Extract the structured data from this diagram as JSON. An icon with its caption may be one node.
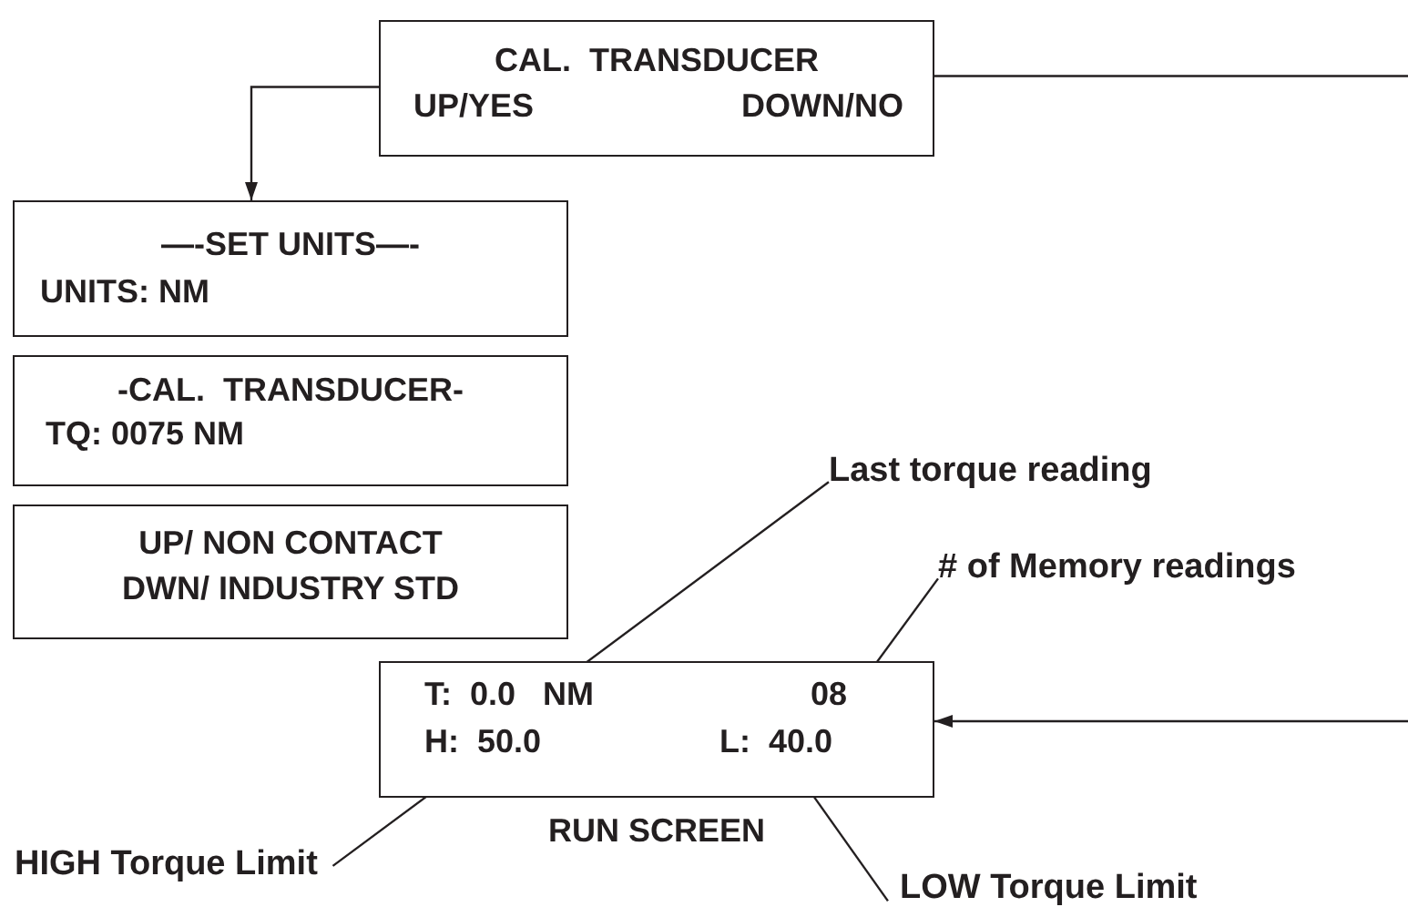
{
  "diagram": {
    "nodes": [
      {
        "text": [
          "CAL.  TRANSDUCER",
          "UP/YES",
          "DOWN/NO"
        ]
      },
      {
        "text": [
          "—-SET UNITS—-",
          "UNITS: NM"
        ]
      },
      {
        "text": [
          "-CAL.  TRANSDUCER-",
          "TQ: 0075 NM"
        ]
      },
      {
        "text": [
          "UP/ NON CONTACT",
          "DWN/ INDUSTRY STD"
        ]
      },
      {
        "text": [],
        "shape": "box",
        "beside": [
          "RUN SCREEN"
        ]
      },
      {
        "text": [
          "T:  0.0   NM"
        ],
        "in": 4
      },
      {
        "text": [
          "08"
        ],
        "in": 4
      },
      {
        "text": [
          "H:  50.0"
        ],
        "in": 4
      },
      {
        "text": [
          "L:  40.0"
        ],
        "in": 4
      },
      {
        "text": [
          "Last torque reading"
        ]
      },
      {
        "text": [
          "# of Memory readings"
        ]
      },
      {
        "text": [
          "HIGH Torque Limit"
        ]
      },
      {
        "text": [
          "LOW Torque Limit"
        ]
      }
    ],
    "edges": [
      {
        "from": 0,
        "to": 1,
        "arrow": "to"
      },
      {
        "from": 0,
        "to": null,
        "arrow": "none"
      },
      {
        "from": null,
        "to": 4,
        "arrow": "to"
      },
      {
        "from": 9,
        "to": 5,
        "arrow": "none"
      },
      {
        "from": 10,
        "to": 6,
        "arrow": "none"
      },
      {
        "from": 11,
        "to": 7,
        "arrow": "none"
      },
      {
        "from": 12,
        "to": 8,
        "arrow": "none"
      }
    ]
  }
}
